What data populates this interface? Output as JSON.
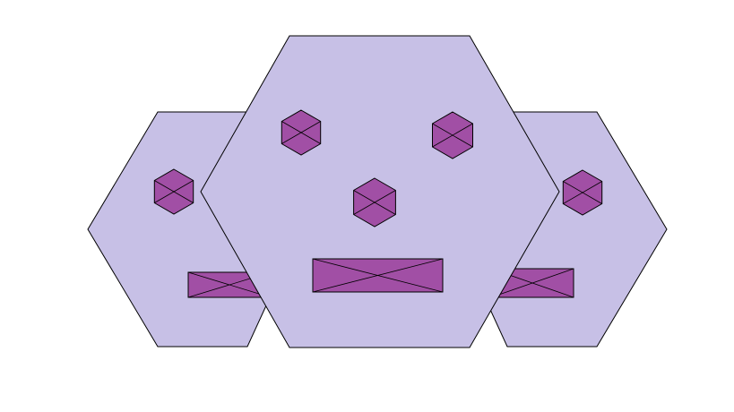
{
  "colors": {
    "background": "#ffffff",
    "hexagon_fill": "#c7c0e6",
    "marker_fill": "#a14fa5",
    "outline": "#000000"
  },
  "shapes": {
    "large_hexagons": [
      "left",
      "center",
      "right"
    ],
    "small_hexagon_markers": [
      "left-hexagon-marker",
      "center-left-marker",
      "center-right-marker",
      "center-middle-marker",
      "right-hexagon-marker"
    ],
    "rectangle_markers": [
      "left-rectangle",
      "center-rectangle",
      "right-rectangle"
    ],
    "marker_style": "crossed (X diagonals)"
  }
}
